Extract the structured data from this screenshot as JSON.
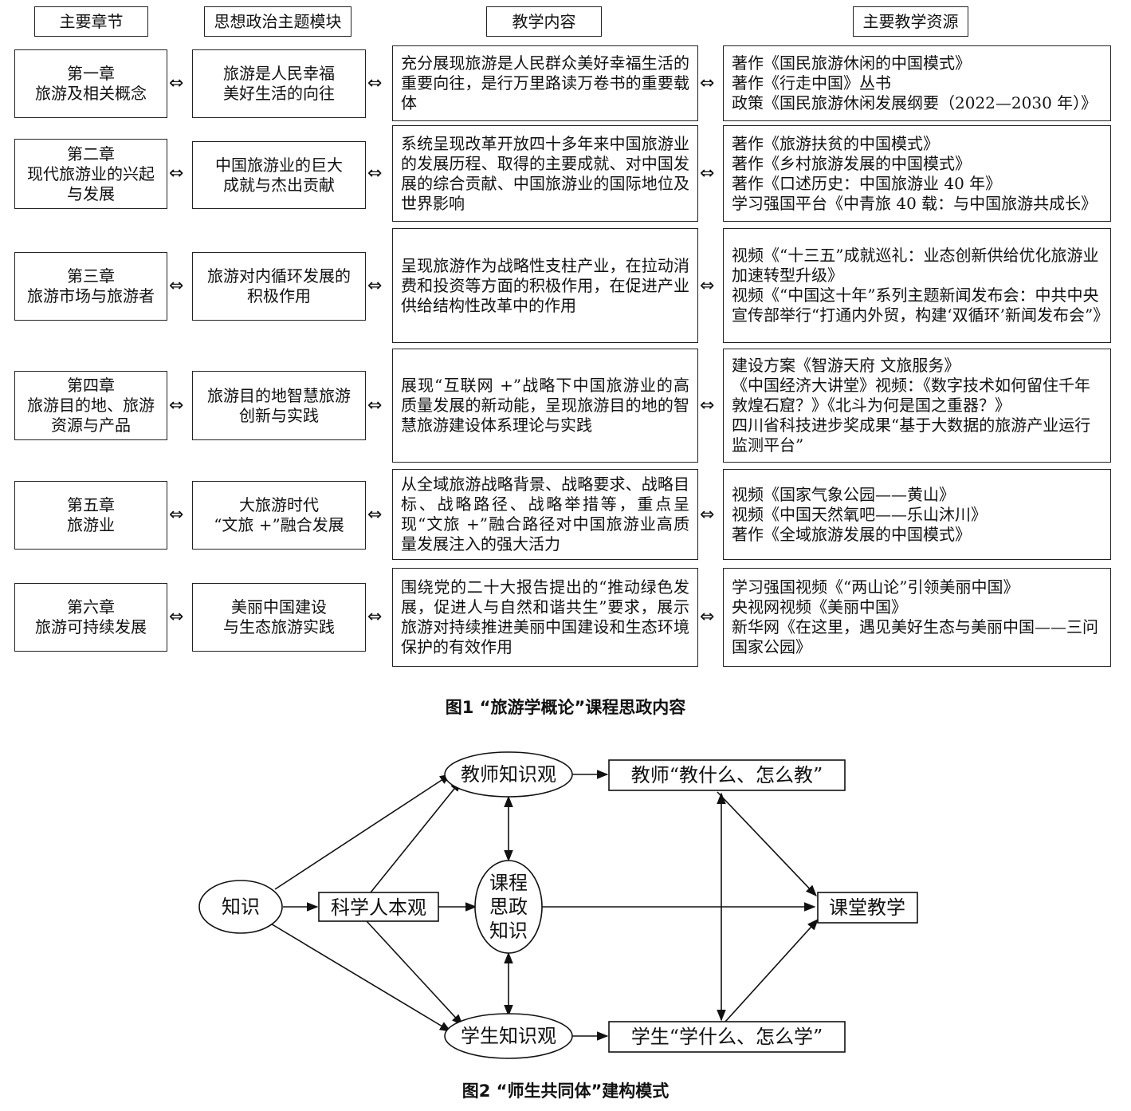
{
  "figure1": {
    "caption": "图1 “旅游学概论”课程思政内容",
    "headers": [
      "主要章节",
      "思想政治主题模块",
      "教学内容",
      "主要教学资源"
    ],
    "link_symbol": "⇔",
    "rows": [
      {
        "chapter": "第一章\n旅游及相关概念",
        "theme": "旅游是人民幸福\n美好生活的向往",
        "content": "充分展现旅游是人民群众美好幸福生活的重要向往，是行万里路读万卷书的重要载体",
        "resources": "著作《国民旅游休闲的中国模式》\n著作《行走中国》丛书\n政策《国民旅游休闲发展纲要（2022—2030 年）》"
      },
      {
        "chapter": "第二章\n现代旅游业的兴起\n与发展",
        "theme": "中国旅游业的巨大\n成就与杰出贡献",
        "content": "系统呈现改革开放四十多年来中国旅游业的发展历程、取得的主要成就、对中国发展的综合贡献、中国旅游业的国际地位及世界影响",
        "resources": "著作《旅游扶贫的中国模式》\n著作《乡村旅游发展的中国模式》\n著作《口述历史：中国旅游业 40 年》\n学习强国平台《中青旅 40 载：与中国旅游共成长》"
      },
      {
        "chapter": "第三章\n旅游市场与旅游者",
        "theme": "旅游对内循环发展的\n积极作用",
        "content": "呈现旅游作为战略性支柱产业，在拉动消费和投资等方面的积极作用，在促进产业供给结构性改革中的作用",
        "resources": "视频《“十三五”成就巡礼：业态创新供给优化旅游业加速转型升级》\n视频《“中国这十年”系列主题新闻发布会：中共中央宣传部举行“打通内外贸，构建‘双循环’新闻发布会”》"
      },
      {
        "chapter": "第四章\n旅游目的地、旅游\n资源与产品",
        "theme": "旅游目的地智慧旅游\n创新与实践",
        "content": "展现“互联网 +”战略下中国旅游业的高质量发展的新动能，呈现旅游目的地的智慧旅游建设体系理论与实践",
        "resources": "建设方案《智游天府 文旅服务》\n《中国经济大讲堂》视频：《数字技术如何留住千年敦煌石窟？》《北斗为何是国之重器？》\n四川省科技进步奖成果“基于大数据的旅游产业运行监测平台”"
      },
      {
        "chapter": "第五章\n旅游业",
        "theme": "大旅游时代\n“文旅 +”融合发展",
        "content": "从全域旅游战略背景、战略要求、战略目标、战略路径、战略举措等，重点呈现“文旅 +”融合路径对中国旅游业高质量发展注入的强大活力",
        "resources": "视频《国家气象公园——黄山》\n视频《中国天然氧吧——乐山沐川》\n著作《全域旅游发展的中国模式》"
      },
      {
        "chapter": "第六章\n旅游可持续发展",
        "theme": "美丽中国建设\n与生态旅游实践",
        "content": "围绕党的二十大报告提出的“推动绿色发展，促进人与自然和谐共生”要求，展示旅游对持续推进美丽中国建设和生态环境保护的有效作用",
        "resources": "学习强国视频《“两山论”引领美丽中国》\n央视网视频《美丽中国》\n新华网《在这里，遇见美好生态与美丽中国——三问国家公园》"
      }
    ]
  },
  "figure2": {
    "caption": "图2 “师生共同体”建构模式",
    "nodes": {
      "knowledge": "知识",
      "humanism": "科学人本观",
      "teacher_view": "教师知识观",
      "student_view": "学生知识观",
      "ideology_line1": "课程",
      "ideology_line2": "思政",
      "ideology_line3": "知识",
      "teacher_action": "教师“教什么、怎么教”",
      "student_action": "学生“学什么、怎么学”",
      "classroom": "课堂教学"
    }
  }
}
